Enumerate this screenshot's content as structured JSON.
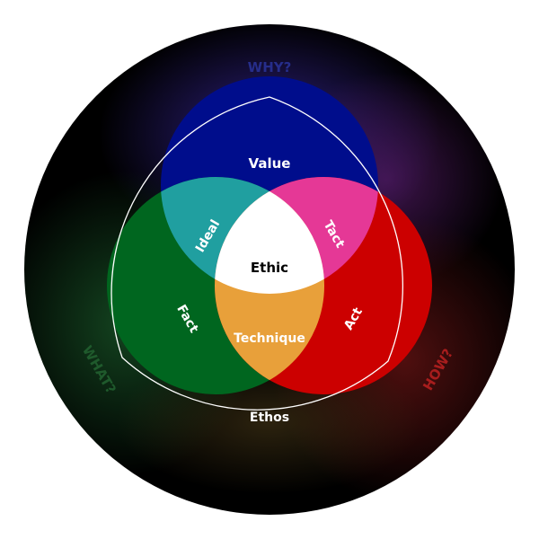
{
  "outer_labels": {
    "why": "WHY?",
    "what": "WHAT?",
    "how": "HOW?"
  },
  "regions": {
    "value": "Value",
    "ideal": "Ideal",
    "tact": "Tact",
    "ethic": "Ethic",
    "fact": "Fact",
    "act": "Act",
    "technique": "Technique",
    "ethos": "Ethos"
  },
  "colors": {
    "background": "#000000",
    "blue": "#000d8c",
    "green": "#00661f",
    "red": "#cc0000",
    "teal": "#209fa0",
    "pink": "#e53896",
    "orange": "#e8a03a",
    "center": "#ffffff",
    "why_label": "#262d8a",
    "what_label": "#1f5a2c",
    "how_label": "#a81d1d"
  }
}
